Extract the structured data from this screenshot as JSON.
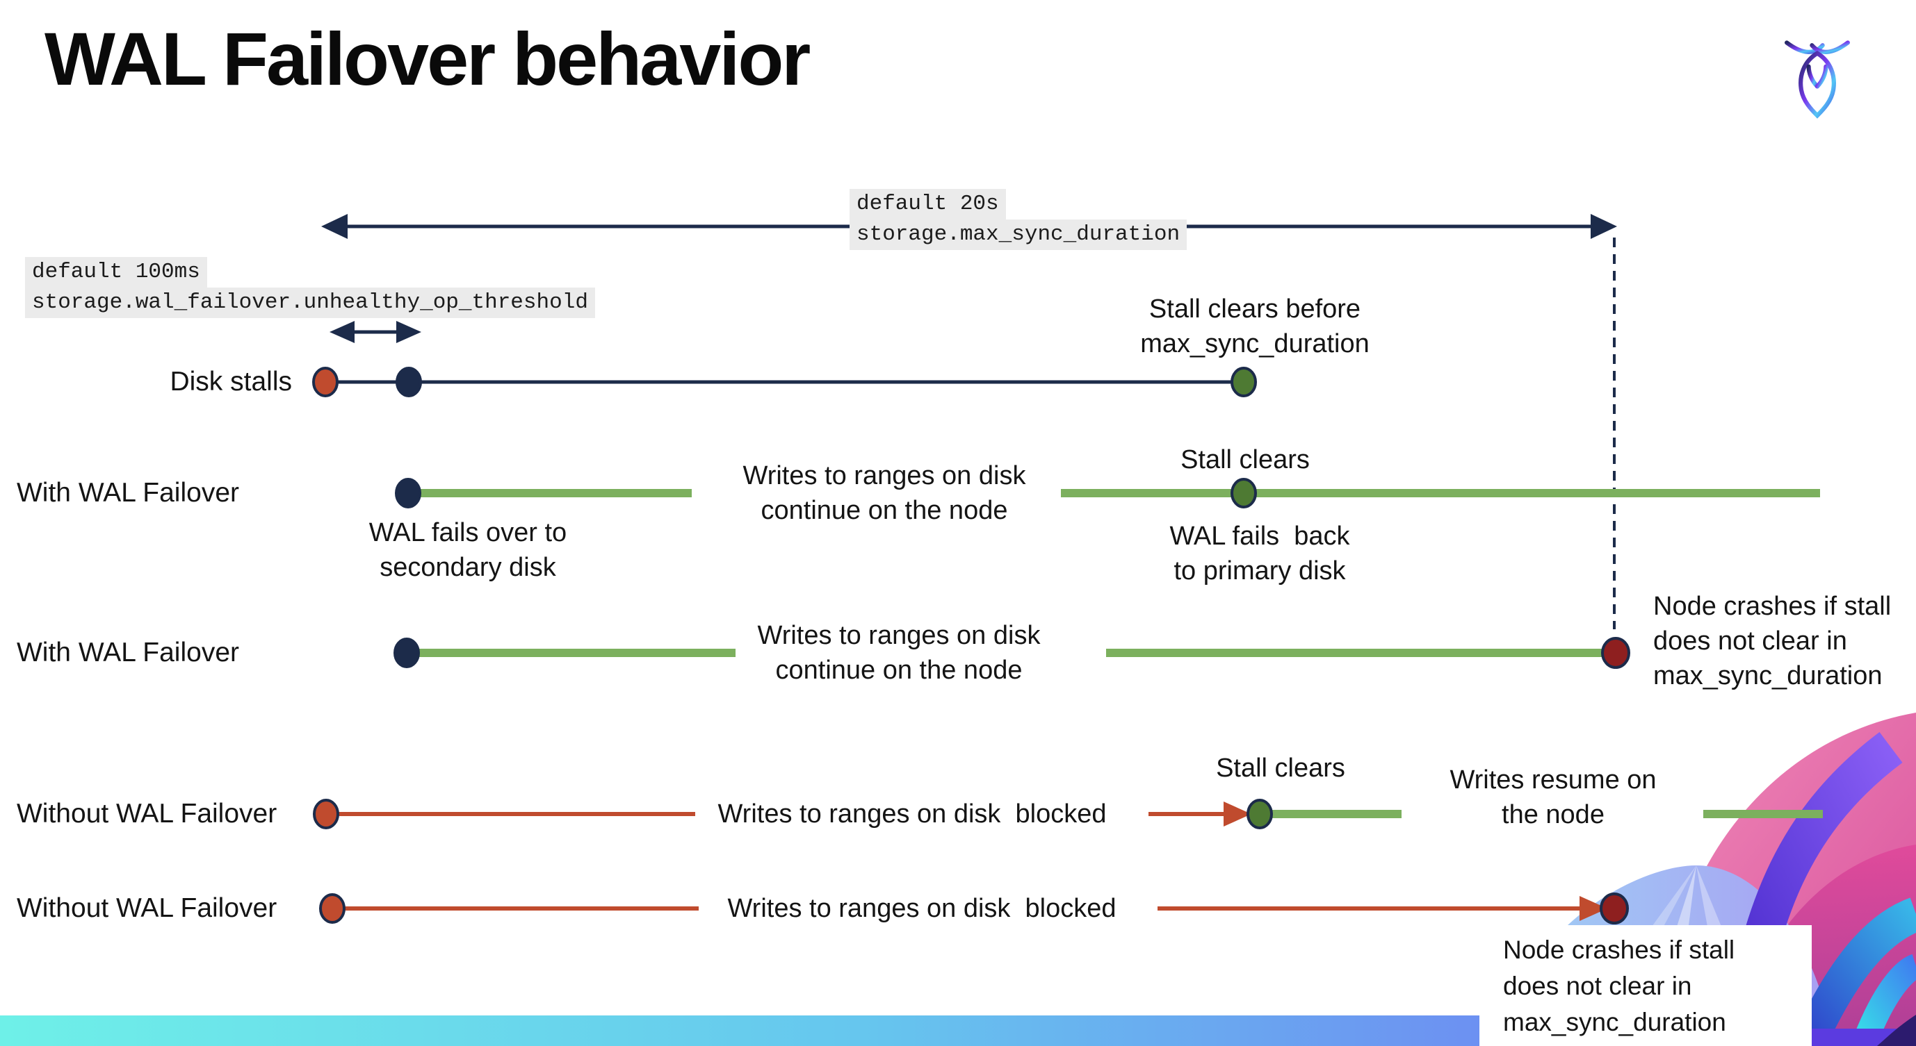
{
  "colors": {
    "navy": "#1c2b4a",
    "red": "#c04b2e",
    "dark_red": "#8e1f1f",
    "green_line": "#7cb05e",
    "green_dot": "#4e7a33",
    "label_bg": "#ebebeb",
    "bar_left": "#6ef0e8",
    "bar_right": "#6d8cf2"
  },
  "header": {
    "title": "WAL Failover behavior",
    "logo": "cockroachdb-mark"
  },
  "settings": {
    "max_sync_duration": {
      "default_value": "default 20s",
      "setting_name": "storage.max_sync_duration"
    },
    "unhealthy_op_threshold": {
      "default_value": "default 100ms",
      "setting_name": "storage.wal_failover.unhealthy_op_threshold"
    }
  },
  "rows": [
    {
      "label": "Disk stalls",
      "end_note": "Stall clears before\nmax_sync_duration"
    },
    {
      "label": "With WAL Failover",
      "failover_note": "WAL fails over to\nsecondary disk",
      "mid_note": "Writes to ranges on disk\ncontinue on the node",
      "stall_note": "Stall clears",
      "failback_note": "WAL fails  back\nto primary disk"
    },
    {
      "label": "With WAL Failover",
      "mid_note": "Writes to ranges on disk\ncontinue on the node",
      "crash_note": "Node crashes if stall\ndoes not clear in\nmax_sync_duration"
    },
    {
      "label": "Without WAL Failover",
      "mid_note": "Writes to ranges on disk  blocked",
      "stall_note": "Stall clears",
      "resume_note": "Writes resume on\nthe node"
    },
    {
      "label": "Without WAL Failover",
      "mid_note": "Writes to ranges on disk  blocked",
      "crash_note": "Node crashes if stall\ndoes not clear in\nmax_sync_duration"
    }
  ]
}
